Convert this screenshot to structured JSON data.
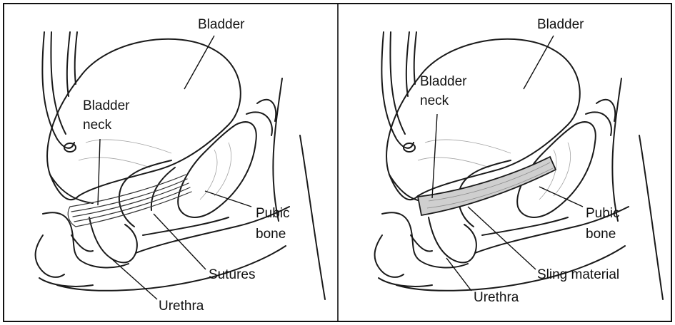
{
  "figure": {
    "left_panel": {
      "labels": {
        "bladder": "Bladder",
        "bladder_neck_line1": "Bladder",
        "bladder_neck_line2": "neck",
        "pubic_bone_line1": "Pubic",
        "pubic_bone_line2": "bone",
        "sutures": "Sutures",
        "urethra": "Urethra"
      }
    },
    "right_panel": {
      "labels": {
        "bladder": "Bladder",
        "bladder_neck_line1": "Bladder",
        "bladder_neck_line2": "neck",
        "pubic_bone_line1": "Pubic",
        "pubic_bone_line2": "bone",
        "sling_material": "Sling material",
        "urethra": "Urethra"
      }
    }
  }
}
